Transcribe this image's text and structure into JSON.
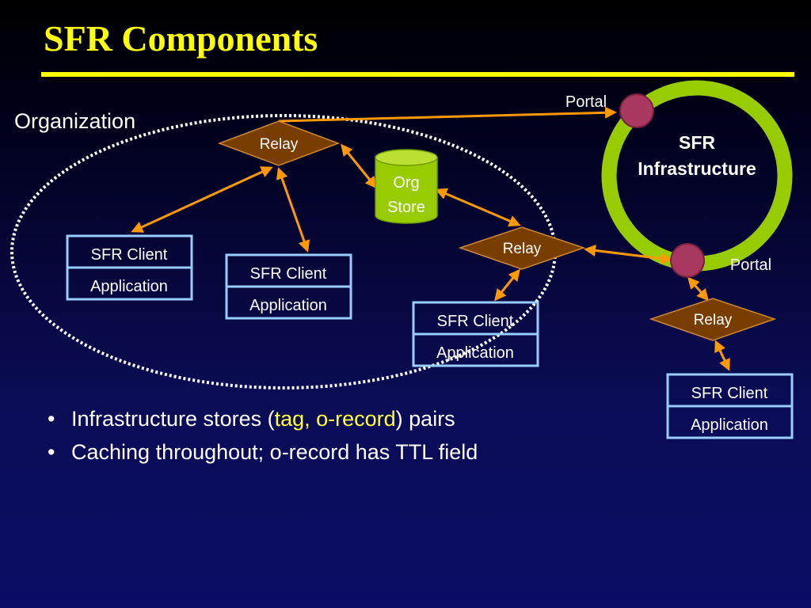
{
  "slide": {
    "title": "SFR Components"
  },
  "diagram": {
    "organization_label": "Organization",
    "relay_label": "Relay",
    "org_store_line1": "Org",
    "org_store_line2": "Store",
    "client_label": "SFR Client",
    "application_label": "Application",
    "infra_line1": "SFR",
    "infra_line2": "Infrastructure",
    "portal_label": "Portal"
  },
  "bullets": [
    {
      "before": "Infrastructure stores (",
      "highlight": "tag, o-record",
      "after": ") pairs"
    },
    {
      "text": "Caching throughout; o-record has TTL field"
    }
  ],
  "colors": {
    "title": "#ffff00",
    "arrow": "#ff9900",
    "relay_fill": "#7a3d00",
    "store_fill": "#99cc00",
    "ring": "#99cc00",
    "portal": "#a8385f",
    "box_border": "#99ccff"
  }
}
